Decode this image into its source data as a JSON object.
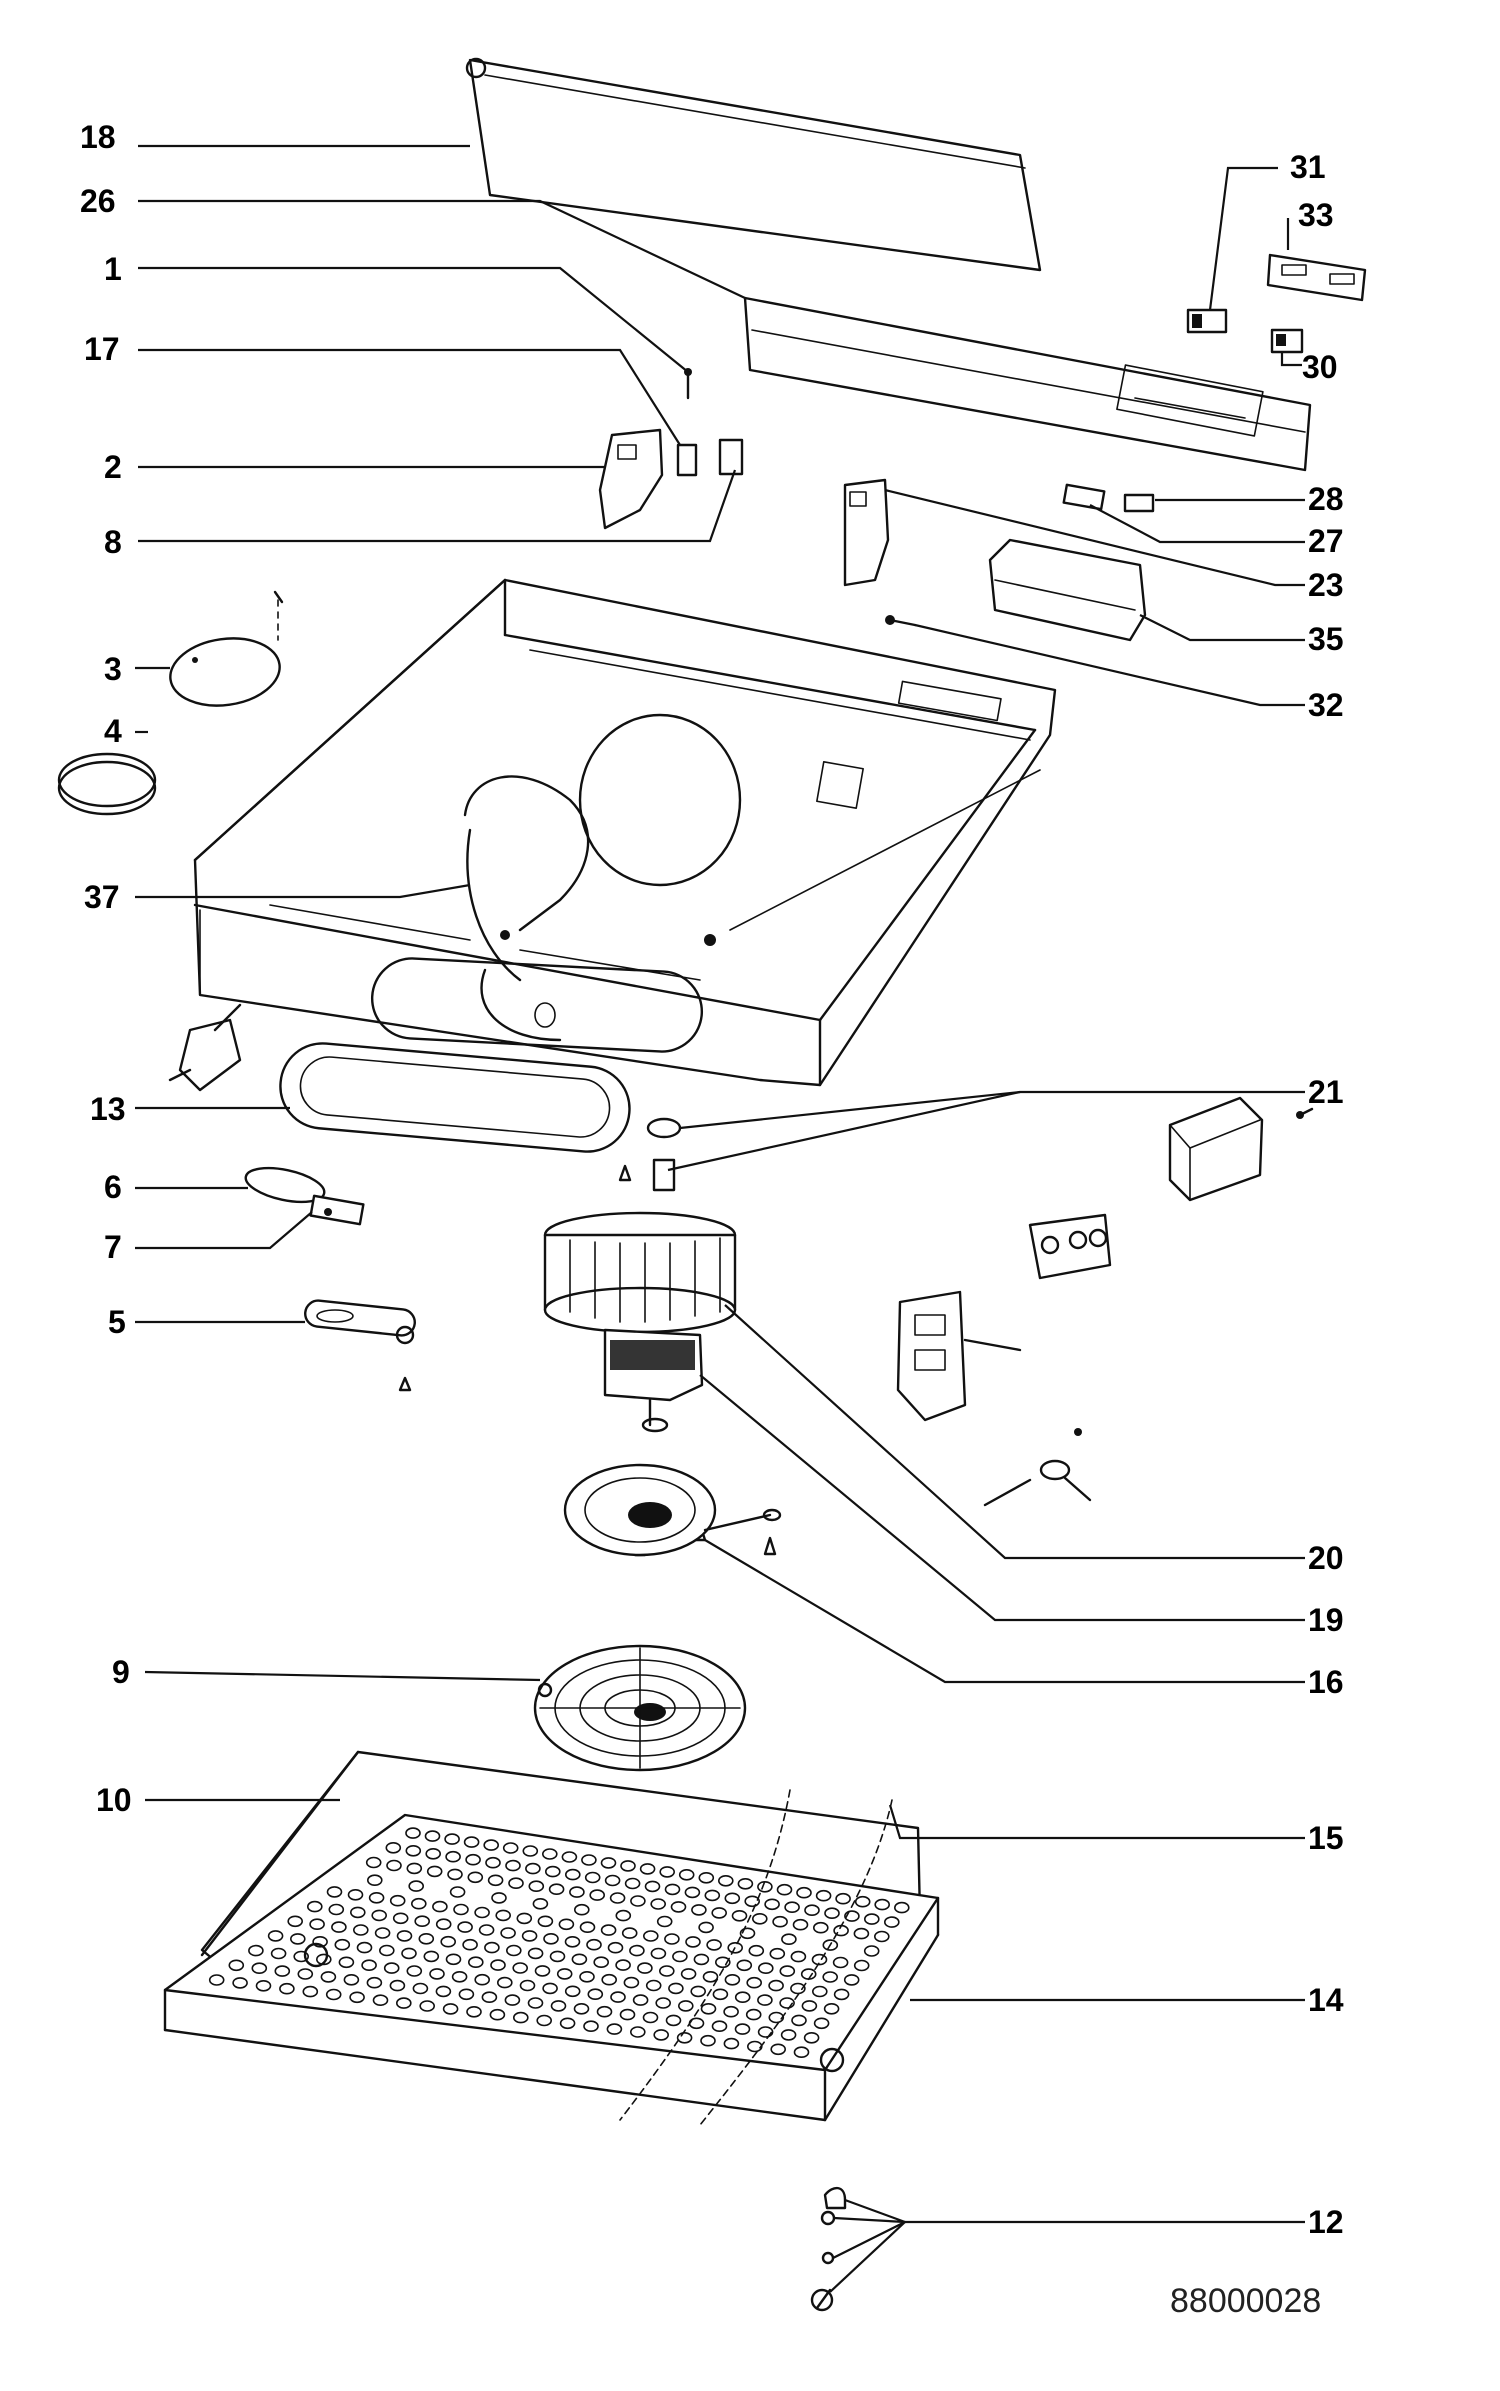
{
  "diagram": {
    "reference_code": "88000028",
    "callouts": {
      "c18": "18",
      "c26": "26",
      "c1": "1",
      "c17": "17",
      "c2": "2",
      "c8": "8",
      "c3": "3",
      "c4": "4",
      "c37": "37",
      "c13": "13",
      "c6": "6",
      "c7": "7",
      "c5": "5",
      "c9": "9",
      "c10": "10",
      "c31": "31",
      "c33": "33",
      "c30": "30",
      "c28": "28",
      "c27": "27",
      "c23": "23",
      "c35": "35",
      "c32": "32",
      "c21": "21",
      "c20": "20",
      "c19": "19",
      "c16": "16",
      "c15": "15",
      "c14": "14",
      "c12": "12"
    }
  }
}
